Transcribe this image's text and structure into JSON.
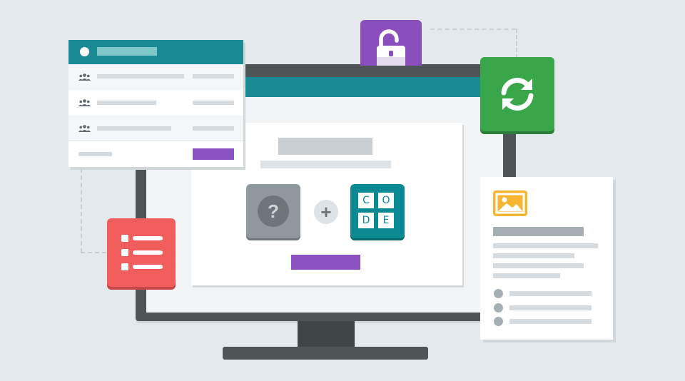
{
  "illustration": {
    "colors": {
      "background": "#e3e9ec",
      "teal": "#1a8a94",
      "purple": "#8a52c0",
      "green": "#3aa64a",
      "red": "#ef5d5d",
      "yellow": "#f6b632",
      "monitor": "#4f5457"
    },
    "modal": {
      "question_mark": "?",
      "plus": "+",
      "code_letters": [
        "C",
        "O",
        "D",
        "E"
      ]
    },
    "icons": {
      "lock": "lock-open-icon",
      "sync": "sync-icon",
      "checklist": "checklist-icon",
      "image": "image-icon",
      "people": "people-icon"
    }
  }
}
